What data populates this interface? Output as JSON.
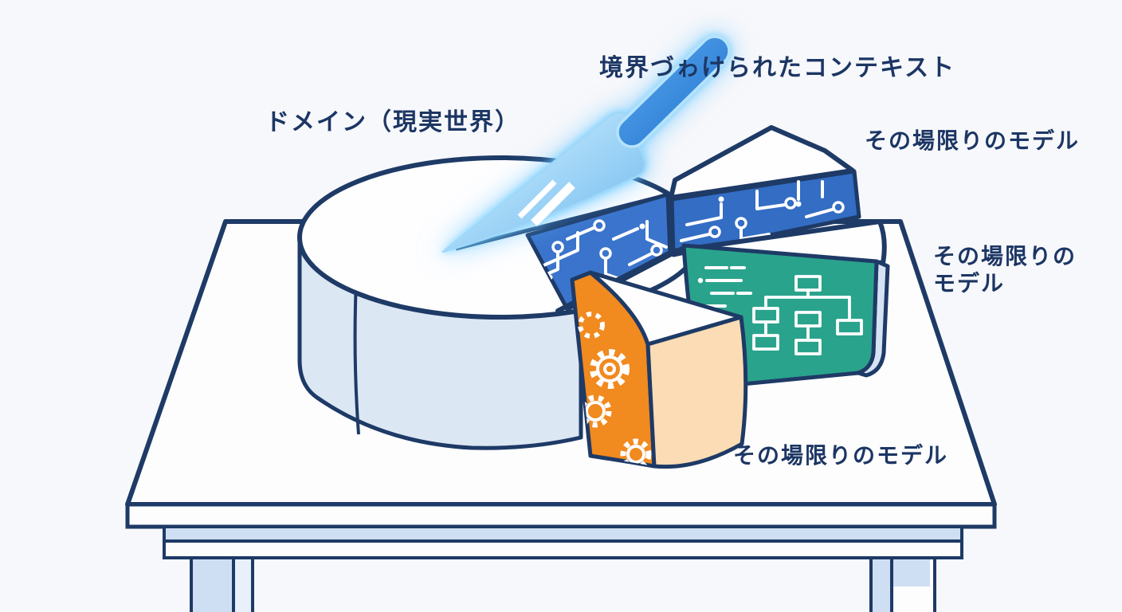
{
  "scene": {
    "background": "#f7f8fb",
    "labels": {
      "bounded_context": "境界づゎけられたコンテキスト",
      "domain": "ドメイン（現実世界）",
      "adhoc_model_top": "その場限りのモデル",
      "adhoc_model_right_line1": "その場限りの",
      "adhoc_model_right_line2": "モデル",
      "adhoc_model_bottom": "その場限りのモデル"
    },
    "objects": {
      "wheel": "domain-cheese-wheel",
      "knife": "glowing-blue-knife",
      "slices": [
        "circuit-pattern-slice",
        "flowchart-pattern-slice",
        "gears-pattern-slice"
      ],
      "furniture": "table"
    },
    "colors": {
      "background": "#f7f8fb",
      "navy": "#1e3a66",
      "text": "#1c3664",
      "table_fill": "#fdfdfe",
      "wheel_top": "#fefeff",
      "wheel_side": "#dce7f4",
      "circuit_blue": "#3b74cc",
      "circuit_blue_dark": "#336dc4",
      "teal": "#2aa38c",
      "teal_edge": "#d6e3f4",
      "orange": "#f18a1f",
      "peach": "#fbdcb4",
      "leg_blue": "#cfdff3",
      "knife_blade": "#8ecdf4",
      "knife_handle": "#2e86dd",
      "knife_glow": "#6fd0ff"
    }
  }
}
